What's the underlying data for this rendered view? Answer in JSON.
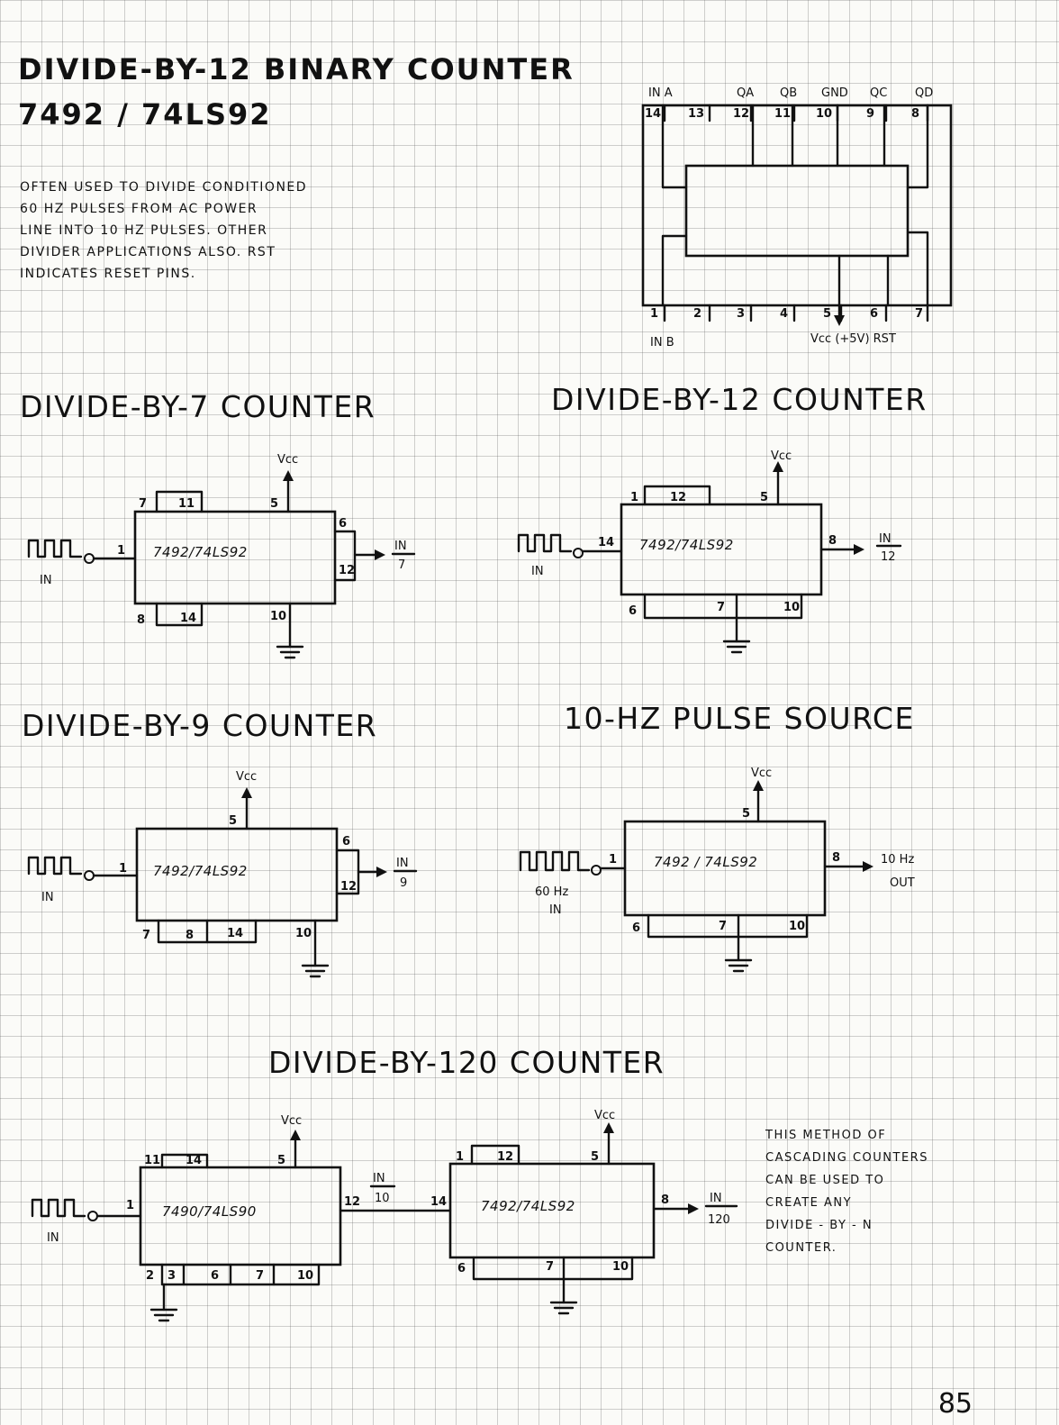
{
  "page": {
    "title_line1": "DIVIDE-BY-12  BINARY COUNTER",
    "title_line2": "7492 / 74LS92",
    "note_lines": [
      "OFTEN  USED  TO  DIVIDE  CONDITIONED",
      "60 HZ   PULSES   FROM  AC  POWER",
      "LINE  INTO  10 HZ  PULSES.  OTHER",
      "DIVIDER  APPLICATIONS  ALSO.  RST",
      "INDICATES   RESET  PINS."
    ],
    "page_number": "85"
  },
  "pinout": {
    "top_labels": [
      "IN A",
      "QA",
      "QB",
      "GND",
      "QC",
      "QD"
    ],
    "top_pins": [
      "14",
      "13",
      "12",
      "11",
      "10",
      "9",
      "8"
    ],
    "bottom_pins": [
      "1",
      "2",
      "3",
      "4",
      "5",
      "6",
      "7"
    ],
    "bottom_label_left": "IN B",
    "bottom_label_right": "Vcc (+5V)  RST"
  },
  "sections": {
    "div7": {
      "title": "DIVIDE-BY-7 COUNTER",
      "chip": "7492/74LS92",
      "vcc": "Vcc",
      "in": "IN",
      "out_num": "IN",
      "out_den": "7",
      "pins": {
        "p7": "7",
        "p11": "11",
        "p5": "5",
        "p1": "1",
        "p6": "6",
        "p12": "12",
        "p8": "8",
        "p14": "14",
        "p10": "10"
      }
    },
    "div12": {
      "title": "DIVIDE-BY-12 COUNTER",
      "chip": "7492/74LS92",
      "vcc": "Vcc",
      "in": "IN",
      "out_num": "IN",
      "out_den": "12",
      "pins": {
        "p1": "1",
        "p12": "12",
        "p5": "5",
        "p14": "14",
        "p8": "8",
        "p6": "6",
        "p7": "7",
        "p10": "10"
      }
    },
    "div9": {
      "title": "DIVIDE-BY-9 COUNTER",
      "chip": "7492/74LS92",
      "vcc": "Vcc",
      "in": "IN",
      "out_num": "IN",
      "out_den": "9",
      "pins": {
        "p5": "5",
        "p1": "1",
        "p6": "6",
        "p12": "12",
        "p7": "7",
        "p8": "8",
        "p14": "14",
        "p10": "10"
      }
    },
    "pulse10": {
      "title": "10-HZ PULSE SOURCE",
      "chip": "7492 / 74LS92",
      "vcc": "Vcc",
      "in_line1": "60 Hz",
      "in_line2": "IN",
      "out_line1": "10 Hz",
      "out_line2": "OUT",
      "pins": {
        "p5": "5",
        "p1": "1",
        "p8": "8",
        "p6": "6",
        "p7": "7",
        "p10": "10"
      }
    },
    "div120": {
      "title": "DIVIDE-BY-120 COUNTER",
      "chip_a": "7490/74LS90",
      "chip_b": "7492/74LS92",
      "vcc": "Vcc",
      "in": "IN",
      "mid_num": "IN",
      "mid_den": "10",
      "out_num": "IN",
      "out_den": "120",
      "pins_a": {
        "p11": "11",
        "p14": "14",
        "p5": "5",
        "p1": "1",
        "p12": "12",
        "p2": "2",
        "p3": "3",
        "p6": "6",
        "p7": "7",
        "p10": "10"
      },
      "pins_b": {
        "p1": "1",
        "p12": "12",
        "p5": "5",
        "p14": "14",
        "p8": "8",
        "p6": "6",
        "p7": "7",
        "p10": "10"
      },
      "note_lines": [
        "THIS  METHOD  OF",
        "CASCADING  COUNTERS",
        "CAN  BE  USED  TO",
        "CREATE  ANY",
        "DIVIDE - BY - N",
        "COUNTER."
      ]
    }
  }
}
